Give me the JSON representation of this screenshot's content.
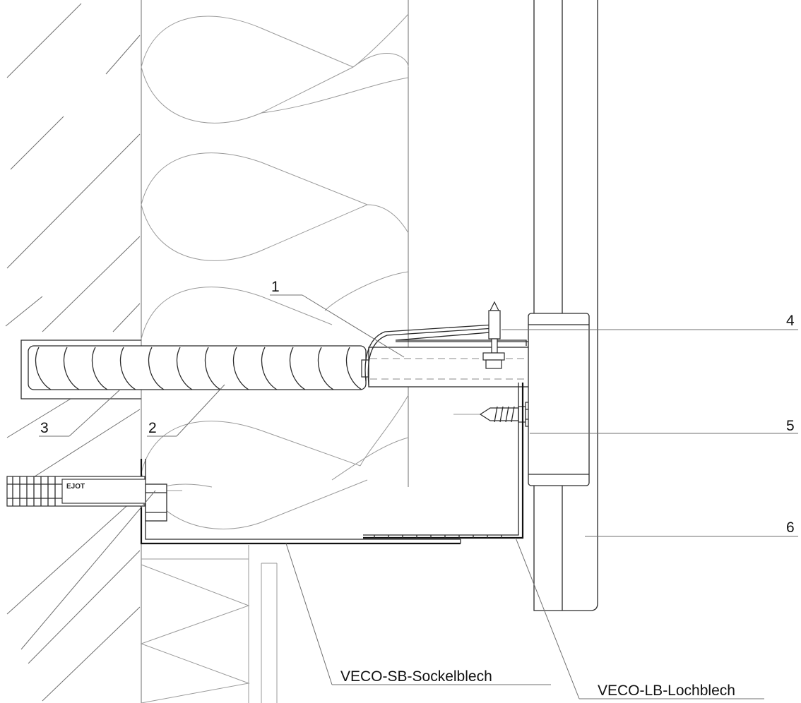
{
  "drawing": {
    "callouts": {
      "c1": "1",
      "c2": "2",
      "c3": "3",
      "c4": "4",
      "c5": "5",
      "c6": "6",
      "sockelblech": "VECO-SB-Sockelblech",
      "lochblech": "VECO-LB-Lochblech"
    },
    "anchor_brand": "EJOT"
  }
}
